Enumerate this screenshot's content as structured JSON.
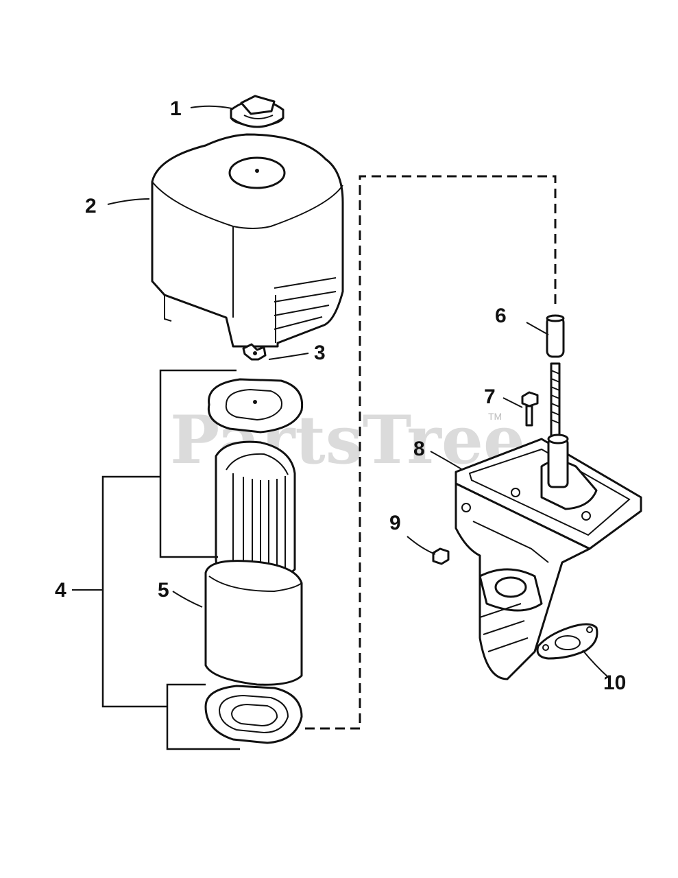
{
  "watermark": {
    "text": "PartsTree",
    "trademark": "TM"
  },
  "callouts": {
    "c1": "1",
    "c2": "2",
    "c3": "3",
    "c4": "4",
    "c5": "5",
    "c6": "6",
    "c7": "7",
    "c8": "8",
    "c9": "9",
    "c10": "10"
  },
  "parts": [
    {
      "number": "1",
      "icon": "knob-icon"
    },
    {
      "number": "2",
      "icon": "air-cleaner-cover-icon"
    },
    {
      "number": "3",
      "icon": "wing-nut-icon"
    },
    {
      "number": "4",
      "icon": "filter-assembly-bracket"
    },
    {
      "number": "5",
      "icon": "pre-cleaner-icon"
    },
    {
      "number": "6",
      "icon": "spacer-tube-icon"
    },
    {
      "number": "7",
      "icon": "screw-icon"
    },
    {
      "number": "8",
      "icon": "air-cleaner-base-icon"
    },
    {
      "number": "9",
      "icon": "nut-icon"
    },
    {
      "number": "10",
      "icon": "gasket-icon"
    }
  ]
}
